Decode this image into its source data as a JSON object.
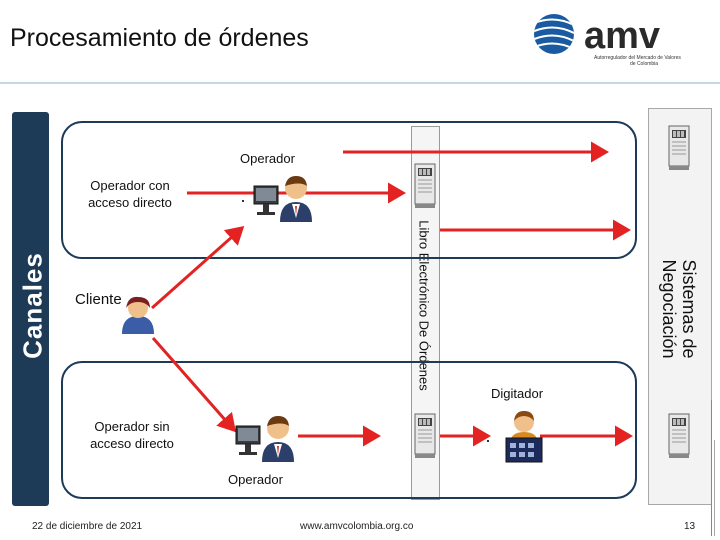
{
  "header": {
    "title": "Procesamiento de órdenes"
  },
  "brand": {
    "logo_text": "amv",
    "logo_tagline_1": "Autorregulador del Mercado de Valores",
    "logo_tagline_2": "de Colombia"
  },
  "diagram": {
    "canales_label": "Canales",
    "libro_label": "Libro Electrónico De Órdenes",
    "sistemas_line1": "Sistemas de",
    "sistemas_line2": "Negociación",
    "operador_top": "Operador",
    "operador_con_1": "Operador con",
    "operador_con_2": "acceso directo",
    "cliente": "Cliente",
    "digitador": "Digitador",
    "operador_sin_1": "Operador sin",
    "operador_sin_2": "acceso directo",
    "operador_bottom": "Operador"
  },
  "footer": {
    "date": "22 de diciembre de 2021",
    "website": "www.amvcolombia.org.co",
    "page_number": "13"
  },
  "colors": {
    "arrow": "#e32222",
    "canales_bar": "#1d3a57",
    "accent_blue": "#1a5aa0"
  }
}
